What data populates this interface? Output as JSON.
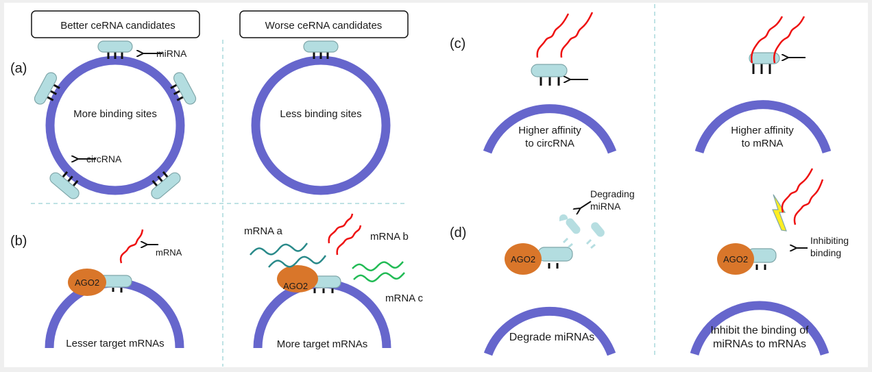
{
  "figure": {
    "colors": {
      "circ_rna": "#6666cc",
      "mirna_fill": "#b3dde0",
      "mirna_stroke": "#7fa6a9",
      "ago2": "#d9762a",
      "mrna_red": "#ee1111",
      "mrna_teal": "#2a8a8a",
      "mrna_green": "#22bb55",
      "divider": "#a8d8dc",
      "bolt": "#ffee22"
    },
    "headers": {
      "better": "Better ceRNA candidates",
      "worse": "Worse ceRNA candidates"
    },
    "panels": {
      "a": {
        "label": "(a)",
        "better_caption": "More binding sites",
        "worse_caption": "Less binding sites",
        "mirna_annotation": "miRNA",
        "circrna_annotation": "circRNA"
      },
      "b": {
        "label": "(b)",
        "better_caption": "Lesser target mRNAs",
        "worse_caption": "More target mRNAs",
        "ago2": "AGO2",
        "mrna_annotation": "mRNA",
        "mrna_a": "mRNA a",
        "mrna_b": "mRNA b",
        "mrna_c": "mRNA c"
      },
      "c": {
        "label": "(c)",
        "left_caption_line1": "Higher affinity",
        "left_caption_line2": "to circRNA",
        "right_caption_line1": "Higher affinity",
        "right_caption_line2": "to mRNA"
      },
      "d": {
        "label": "(d)",
        "ago2": "AGO2",
        "degrading_line1": "Degrading",
        "degrading_line2": "miRNA",
        "left_caption": "Degrade miRNAs",
        "inhibiting_line1": "Inhibiting",
        "inhibiting_line2": "binding",
        "right_caption_line1": "Inhibit the binding of",
        "right_caption_line2": "miRNAs to mRNAs"
      }
    }
  }
}
